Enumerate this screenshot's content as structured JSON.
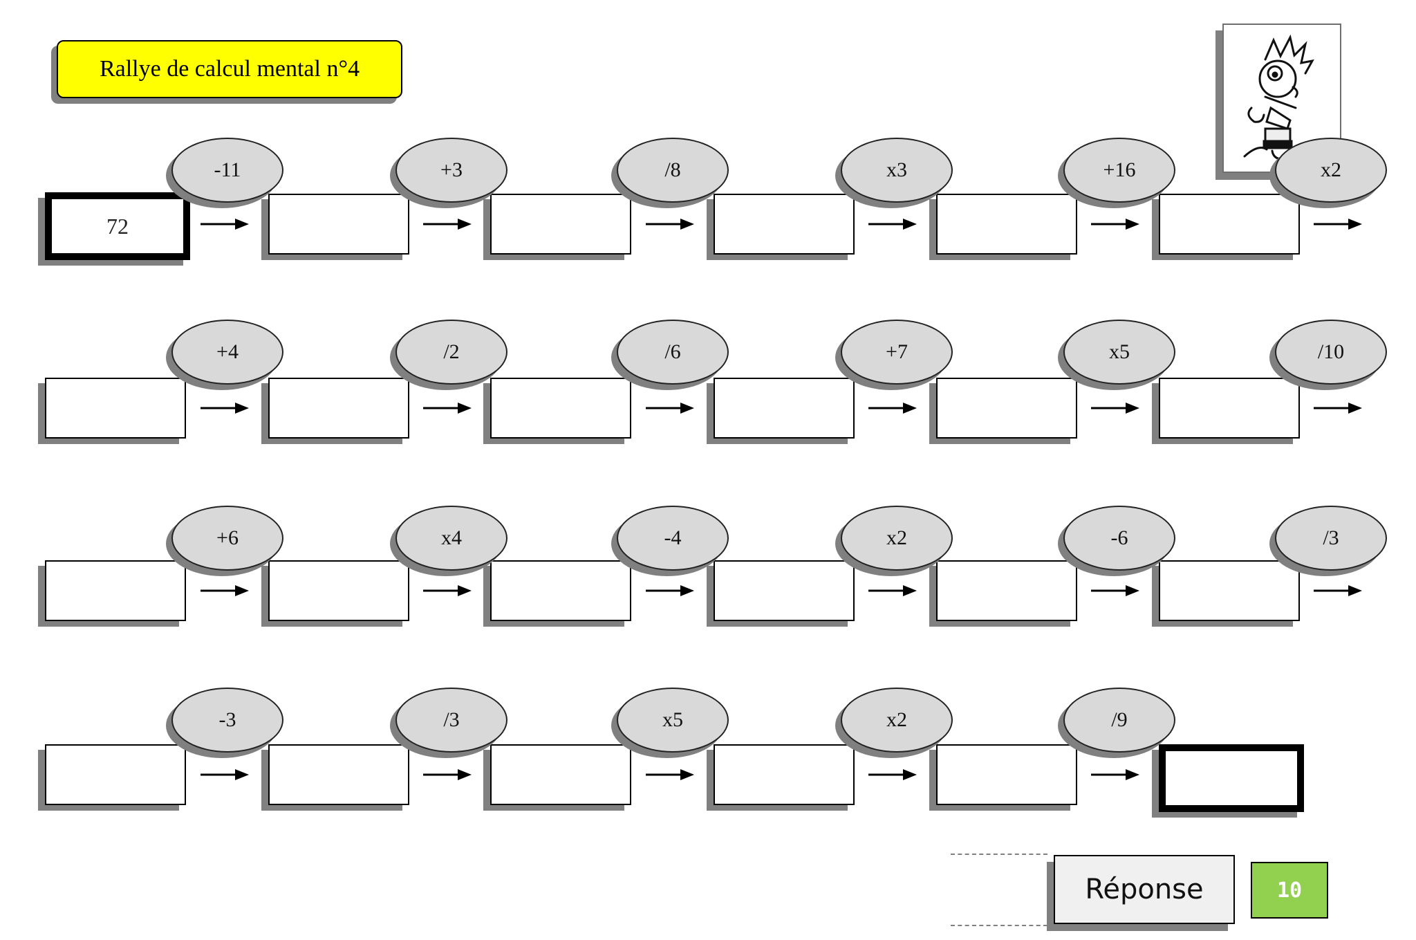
{
  "title": "Rallye de calcul mental n°4",
  "illustration": "cartoon-boy-icon",
  "start_value": "72",
  "rows": [
    {
      "operations": [
        "-11",
        "+3",
        "/8",
        "x3",
        "+16",
        "x2"
      ],
      "cells": [
        "72",
        "",
        "",
        "",
        "",
        ""
      ]
    },
    {
      "operations": [
        "+4",
        "/2",
        "/6",
        "+7",
        "x5",
        "/10"
      ],
      "cells": [
        "",
        "",
        "",
        "",
        "",
        ""
      ]
    },
    {
      "operations": [
        "+6",
        "x4",
        "-4",
        "x2",
        "-6",
        "/3"
      ],
      "cells": [
        "",
        "",
        "",
        "",
        "",
        ""
      ]
    },
    {
      "operations": [
        "-3",
        "/3",
        "x5",
        "x2",
        "/9"
      ],
      "cells": [
        "",
        "",
        "",
        "",
        "",
        ""
      ]
    }
  ],
  "answer_button": {
    "label": "Réponse"
  },
  "score": {
    "value": "10",
    "color": "#92d050"
  },
  "colors": {
    "title_bg": "#ffff00",
    "oval_bg": "#d9d9d9",
    "shadow": "#808080"
  }
}
